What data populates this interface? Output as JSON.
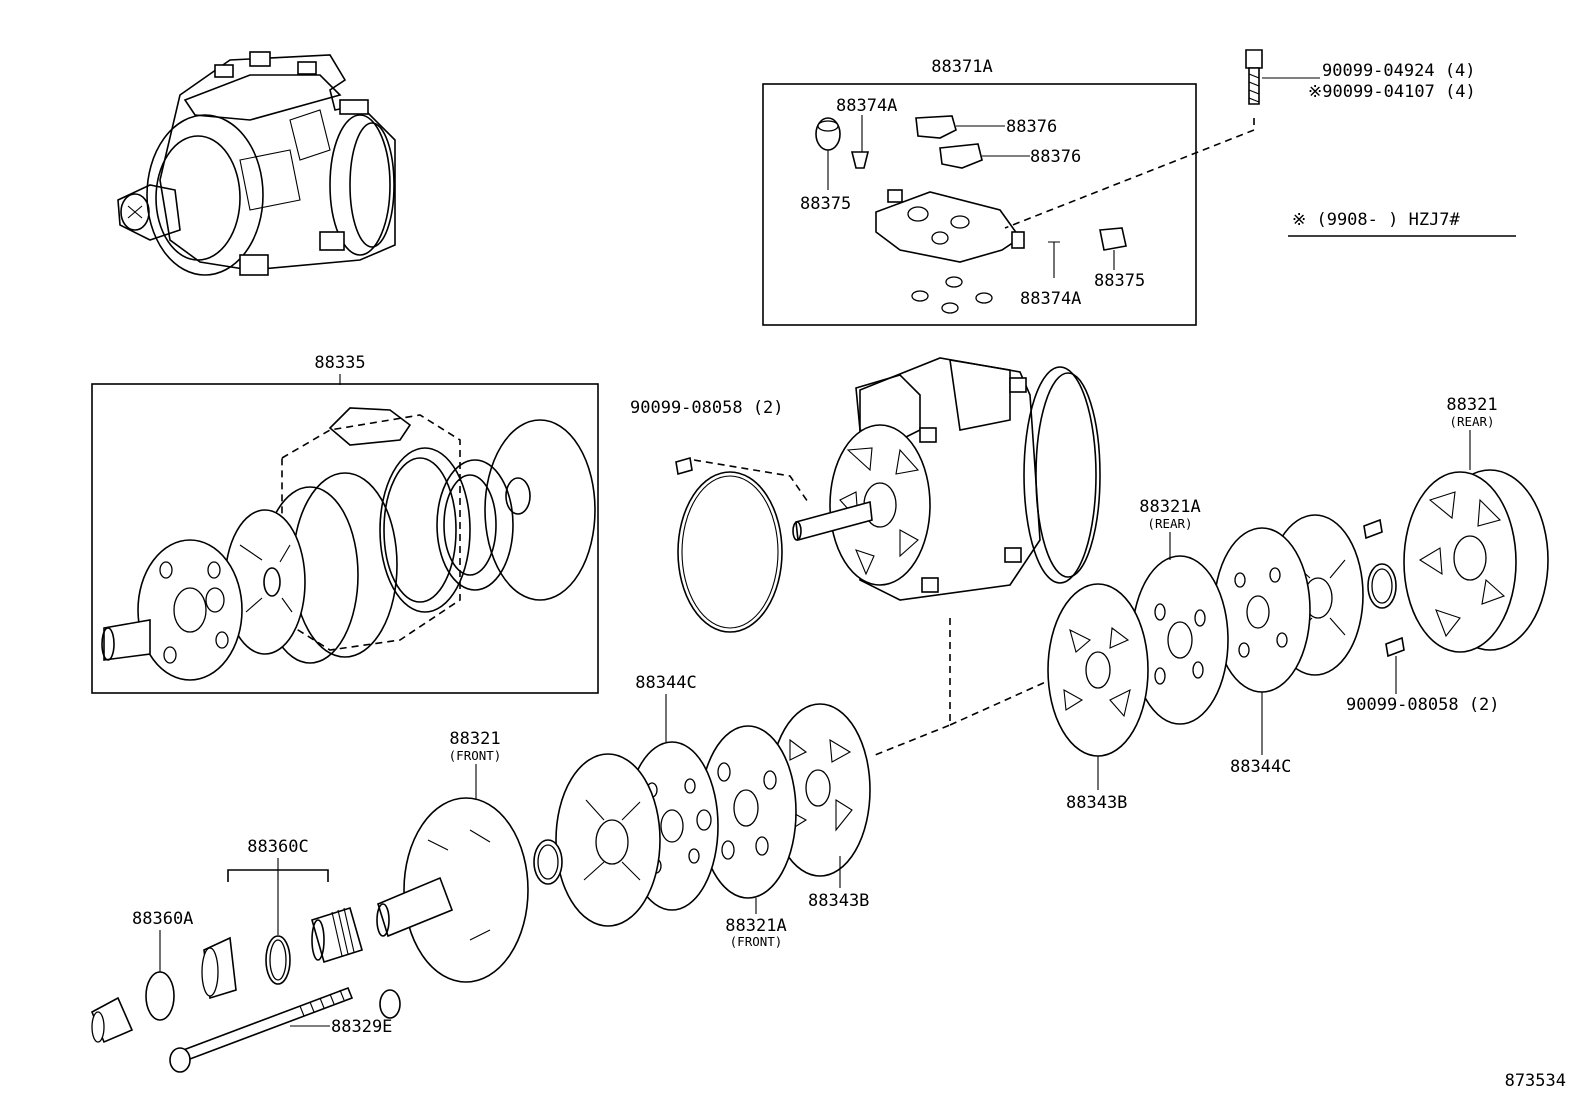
{
  "labels": {
    "p88371A": "88371A",
    "p88374A_top": "88374A",
    "p88376_a": "88376",
    "p88376_b": "88376",
    "p88375_left": "88375",
    "p88374A_bottom": "88374A",
    "p88375_right": "88375",
    "bolt_1": "90099-04924 (4)",
    "bolt_2": "※90099-04107 (4)",
    "note": "※  (9908-      ) HZJ7#",
    "p88335": "88335",
    "pin_top": "90099-08058 (2)",
    "p88321_rear": "88321",
    "p88321_rear_sub": "(REAR)",
    "p88321A_rear": "88321A",
    "p88321A_rear_sub": "(REAR)",
    "pin_right": "90099-08058 (2)",
    "p88344C_right": "88344C",
    "p88343B_right": "88343B",
    "p88344C_mid": "88344C",
    "p88321_front": "88321",
    "p88321_front_sub": "(FRONT)",
    "p88343B_mid": "88343B",
    "p88321A_front": "88321A",
    "p88321A_front_sub": "(FRONT)",
    "p88360C": "88360C",
    "p88360A": "88360A",
    "p88329E": "88329E",
    "diagram_id": "873534"
  }
}
